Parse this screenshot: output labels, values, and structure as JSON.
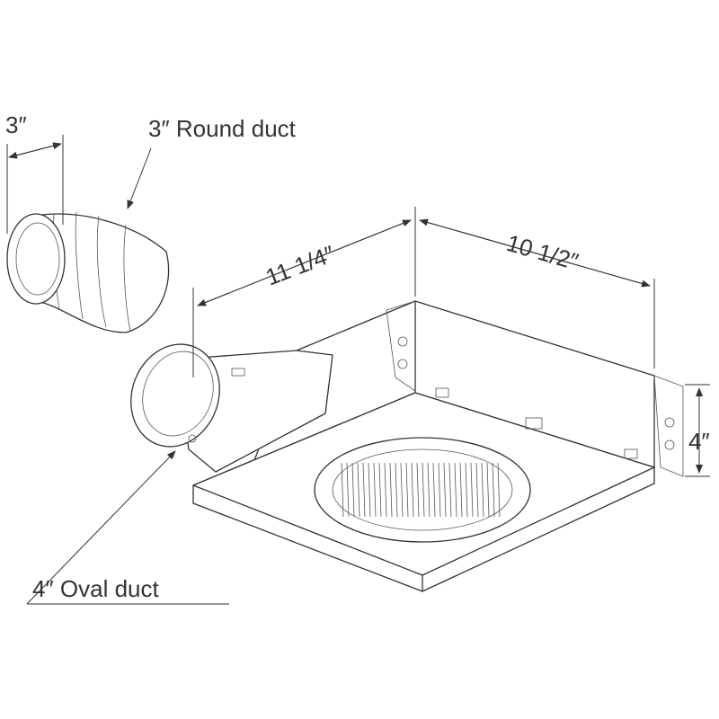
{
  "labels": {
    "round_duct_width": "3″",
    "round_duct": "3″ Round duct",
    "length": "11 1/4″",
    "width": "10 1/2″",
    "height": "4″",
    "oval_duct": "4″ Oval duct"
  },
  "colors": {
    "line": "#333333",
    "background": "#ffffff"
  }
}
